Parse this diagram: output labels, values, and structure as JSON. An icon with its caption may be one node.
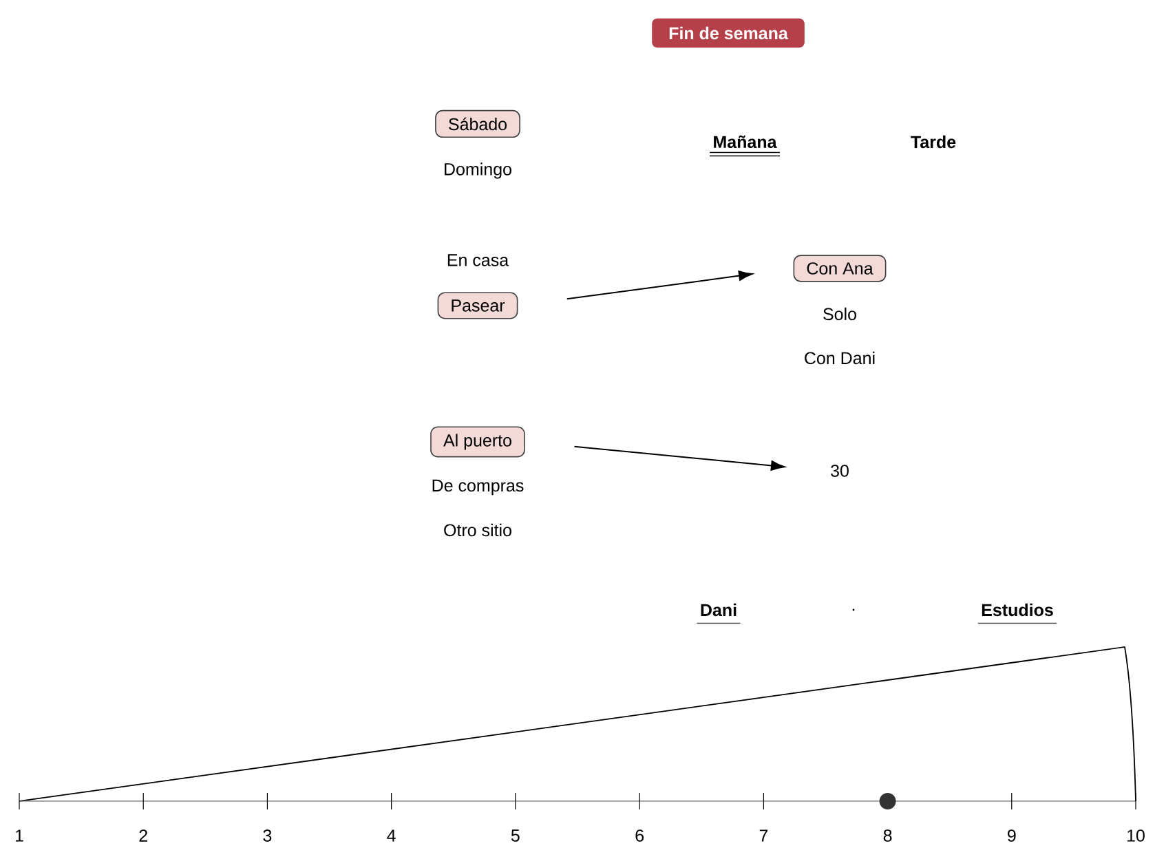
{
  "diagram": {
    "title": "Fin de semana",
    "nodes": [
      {
        "text": [
          "Sábado"
        ]
      },
      {
        "text": [
          "Pasear"
        ]
      },
      {
        "text": [
          "Con Ana"
        ]
      },
      {
        "text": [
          "Al puerto"
        ]
      },
      {
        "text": [
          "30"
        ]
      }
    ],
    "edges": [
      {
        "from": 1,
        "to": 2,
        "arrow": "to"
      },
      {
        "from": 3,
        "to": 4,
        "arrow": "to"
      }
    ],
    "labels": [
      "Domingo",
      "Mañana",
      "Tarde",
      "En casa",
      "Solo",
      "Con Dani",
      "De compras",
      "Otro sitio",
      "Dani",
      ".",
      "Estudios",
      "1",
      "2",
      "3",
      "4",
      "5",
      "6",
      "7",
      "8",
      "9",
      "10"
    ]
  }
}
